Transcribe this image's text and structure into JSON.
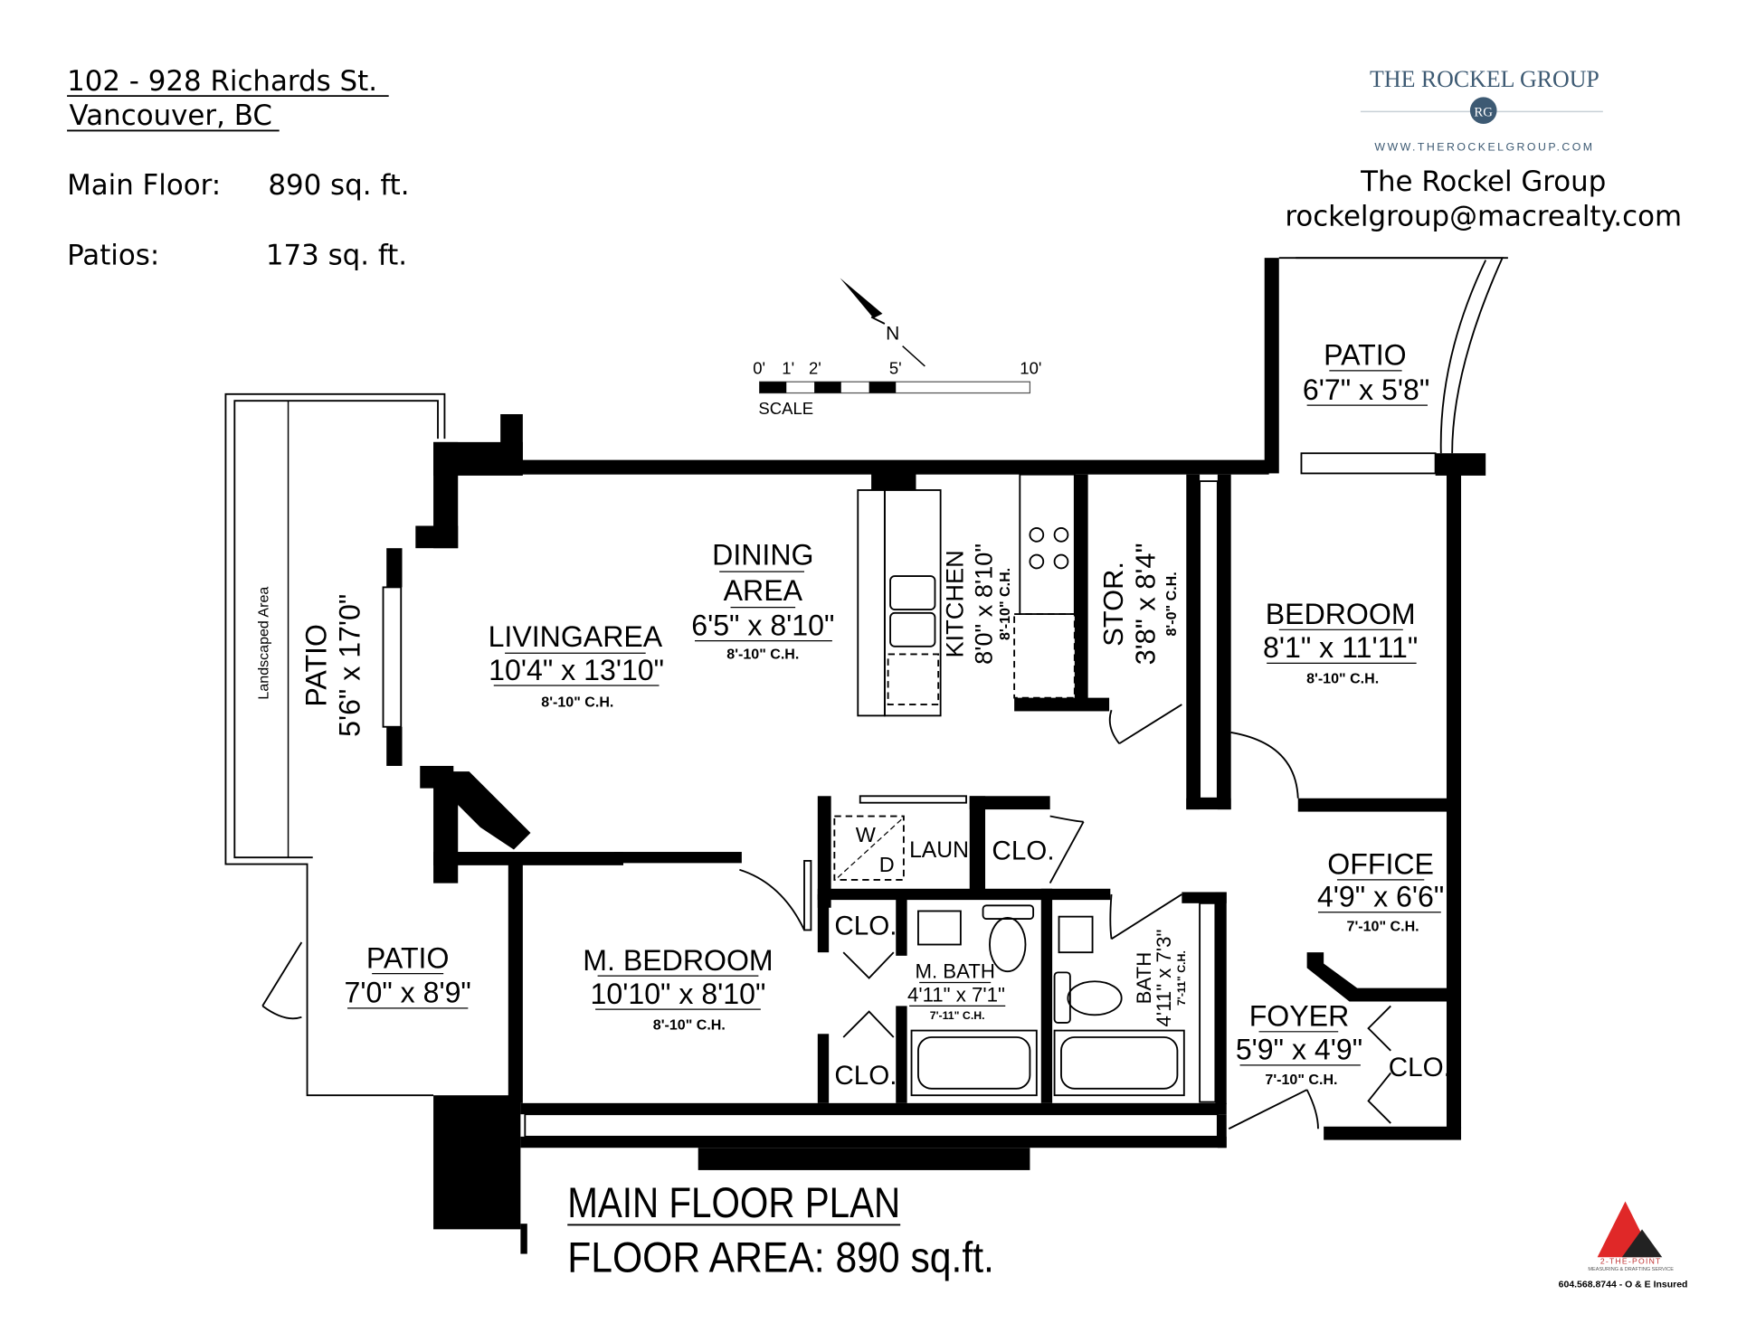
{
  "header": {
    "address_line1": "102 - 928 Richards St.",
    "address_line2": "Vancouver, BC",
    "main_floor_label": "Main Floor:",
    "main_floor_value": "890 sq. ft.",
    "patios_label": "Patios:",
    "patios_value": "173 sq. ft."
  },
  "brand": {
    "logo_title": "THE ROCKEL GROUP",
    "logo_monogram": "RG",
    "logo_url": "WWW.THEROCKELGROUP.COM",
    "name": "The Rockel Group",
    "email": "rockelgroup@macrealty.com",
    "logo_color": "#3d5a73"
  },
  "compass": {
    "north": "N"
  },
  "scale": {
    "ticks": [
      "0'",
      "1'",
      "2'",
      "5'",
      "10'"
    ],
    "label": "SCALE"
  },
  "rooms": {
    "living": {
      "name": "LIVINGAREA",
      "dim": "10'4\" x 13'10\"",
      "ch": "8'-10\" C.H."
    },
    "dining": {
      "name1": "DINING",
      "name2": "AREA",
      "dim": "6'5\" x 8'10\"",
      "ch": "8'-10\" C.H."
    },
    "kitchen": {
      "name": "KITCHEN",
      "dim": "8'0\" x 8'10\"",
      "ch": "8'-10\" C.H."
    },
    "stor": {
      "name": "STOR.",
      "dim": "3'8\" x 8'4\"",
      "ch": "8'-0\" C.H."
    },
    "bedroom": {
      "name": "BEDROOM",
      "dim": "8'1\" x 11'11\"",
      "ch": "8'-10\" C.H."
    },
    "patio_top": {
      "name": "PATIO",
      "dim": "6'7\" x 5'8\""
    },
    "patio_left": {
      "name": "PATIO",
      "dim": "5'6\" x 17'0\""
    },
    "landscaped": {
      "name": "Landscaped Area"
    },
    "patio_bottom": {
      "name": "PATIO",
      "dim": "7'0\" x 8'9\""
    },
    "master_bedroom": {
      "name": "M. BEDROOM",
      "dim": "10'10\" x 8'10\"",
      "ch": "8'-10\" C.H."
    },
    "laundry": {
      "name": "LAUN.",
      "washer": "W",
      "dryer": "D"
    },
    "clo_laundry": {
      "name": "CLO."
    },
    "clo_mb1": {
      "name": "CLO."
    },
    "clo_mb2": {
      "name": "CLO."
    },
    "master_bath": {
      "name": "M. BATH",
      "dim": "4'11\" x 7'1\"",
      "ch": "7'-11\" C.H."
    },
    "bath": {
      "name": "BATH",
      "dim": "4'11\" x 7'3\"",
      "ch": "7'-11\" C.H."
    },
    "office": {
      "name": "OFFICE",
      "dim": "4'9\" x 6'6\"",
      "ch": "7'-10\" C.H."
    },
    "foyer": {
      "name": "FOYER",
      "dim": "5'9\" x 4'9\"",
      "ch": "7'-10\" C.H."
    },
    "clo_foyer": {
      "name": "CLO."
    }
  },
  "footer": {
    "title": "MAIN FLOOR PLAN",
    "area": "FLOOR AREA: 890 sq.ft.",
    "measurer_logo": "2-THE-POINT",
    "measurer_sub": "MEASURING & DRAFTING SERVICE",
    "measurer_phone": "604.568.8744 - O & E Insured"
  }
}
